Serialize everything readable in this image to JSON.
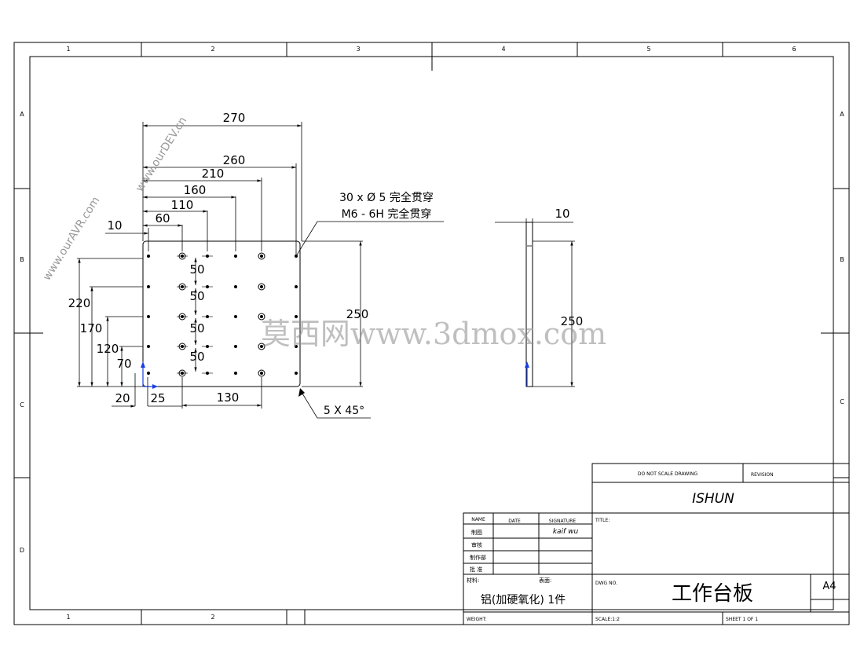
{
  "border": {
    "columns": [
      "1",
      "2",
      "3",
      "4",
      "5",
      "6"
    ],
    "rows": [
      "A",
      "B",
      "C",
      "D"
    ]
  },
  "front_view": {
    "dims": {
      "overall_width": "270",
      "width_260": "260",
      "width_210": "210",
      "width_160": "160",
      "width_110": "110",
      "width_60": "60",
      "width_10": "10",
      "height_250": "250",
      "height_220": "220",
      "height_170": "170",
      "height_120": "120",
      "height_70": "70",
      "offset_20": "20",
      "offset_25": "25",
      "spacing_130": "130",
      "pitch_50": [
        "50",
        "50",
        "50",
        "50"
      ]
    },
    "hole_note_1": "30 x Ø 5 完全贯穿",
    "hole_note_2": "M6 - 6H 完全贯穿",
    "chamfer_note": "5 X 45°"
  },
  "side_view": {
    "thickness": "10",
    "height": "250"
  },
  "title_block": {
    "do_not_scale": "DO NOT SCALE DRAWING",
    "revision_label": "REVISION",
    "company": "ISHUN",
    "title_label": "TITLE:",
    "col_name": "NAME",
    "col_date": "DATE",
    "col_signature": "SIGNATURE",
    "row_labels": [
      "制图",
      "审核",
      "制作部",
      "批  准"
    ],
    "signature": "kaif wu",
    "material_label": "材料:",
    "finish_label": "表面:",
    "material": "铝(加硬氧化) 1件",
    "weight_label": "WEIGHT:",
    "dwg_no_label": "DWG NO.",
    "drawing_title": "工作台板",
    "size": "A4",
    "scale": "SCALE:1:2",
    "sheet": "SHEET 1 OF 1"
  },
  "watermarks": {
    "main": "莫西网www.3dmox.com",
    "diag1": "www.ourAVR.com",
    "diag2": "www.ourDEV.cn"
  }
}
